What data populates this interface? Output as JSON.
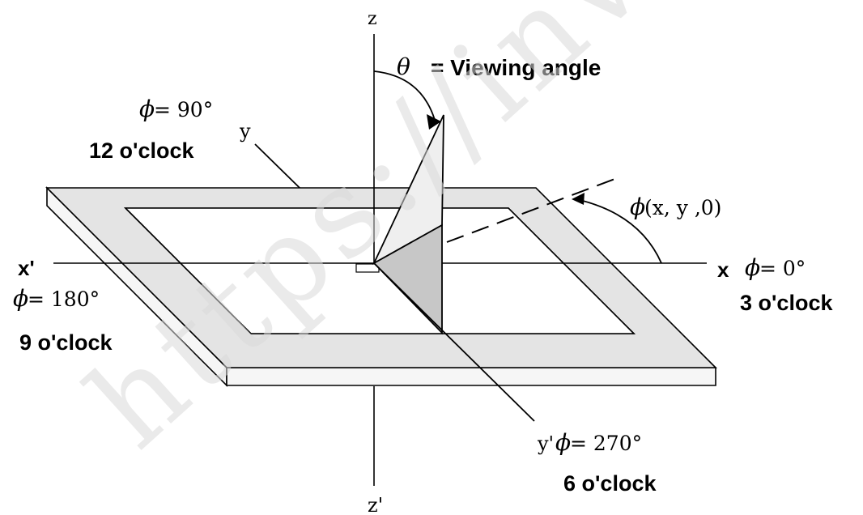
{
  "axes": {
    "z": "z",
    "z_neg": "z'",
    "y": "y",
    "y_neg": "y'",
    "x": "x",
    "x_neg": "x'"
  },
  "theta": {
    "symbol": "θ",
    "label": "= Viewing angle"
  },
  "phi_point": {
    "symbol": "ϕ",
    "coords": "(x, y ,0)"
  },
  "directions": {
    "north": {
      "angle": "= 90°",
      "clock": "12 o'clock"
    },
    "east": {
      "angle": "= 0°",
      "clock": "3 o'clock"
    },
    "south": {
      "angle": "= 270°",
      "clock": "6 o'clock"
    },
    "west": {
      "angle": "= 180°",
      "clock": "9 o'clock"
    }
  },
  "phi_symbol": "ϕ",
  "watermark": "https://inv",
  "colors": {
    "frame_fill": "#e4e4e4",
    "edge_fill": "#f6f6f6",
    "plane_light": "#efefef",
    "plane_dark": "#c7c7c7",
    "stroke": "#000000",
    "watermark": "#d9d9d9"
  }
}
